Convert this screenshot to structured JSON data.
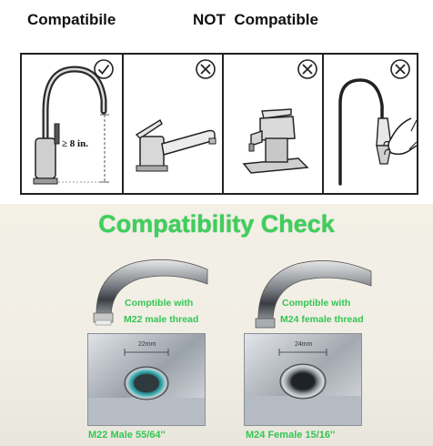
{
  "top": {
    "compatible_label": "Compatibile",
    "not_compatible_label": "NOT  Compatible",
    "height_label": "≥ 8 in."
  },
  "icons": [
    "check-circle-icon",
    "x-circle-icon",
    "x-circle-icon",
    "x-circle-icon"
  ],
  "check": {
    "title": "Compatibility Check",
    "left_line1": "Comptible with",
    "left_line2": "M22 male thread",
    "right_line1": "Comptible with",
    "right_line2": "M24 female thread",
    "left_mm": "22mm",
    "right_mm": "24mm",
    "left_caption": "M22 Male 55/64''",
    "right_caption": "M24 Female 15/16''"
  },
  "colors": {
    "accent_green": "#3ecf5c",
    "border": "#222222",
    "background_bottom": "#f2efe6"
  }
}
